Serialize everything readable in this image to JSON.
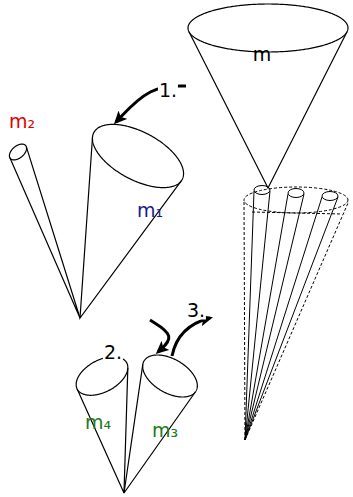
{
  "diagram": {
    "nodes": [
      {
        "text": [
          "m"
        ]
      },
      {
        "text": [
          "m₂"
        ]
      },
      {
        "text": [
          "m₁"
        ]
      },
      {
        "text": [
          "m₄"
        ]
      },
      {
        "text": [
          "m₃"
        ]
      }
    ],
    "edges": [
      {
        "from": 0,
        "to": 2,
        "arrow": "to",
        "label": "1."
      },
      {
        "from": 2,
        "to": 4,
        "arrow": "to",
        "label": "2."
      }
    ],
    "labels": [
      "3."
    ]
  }
}
